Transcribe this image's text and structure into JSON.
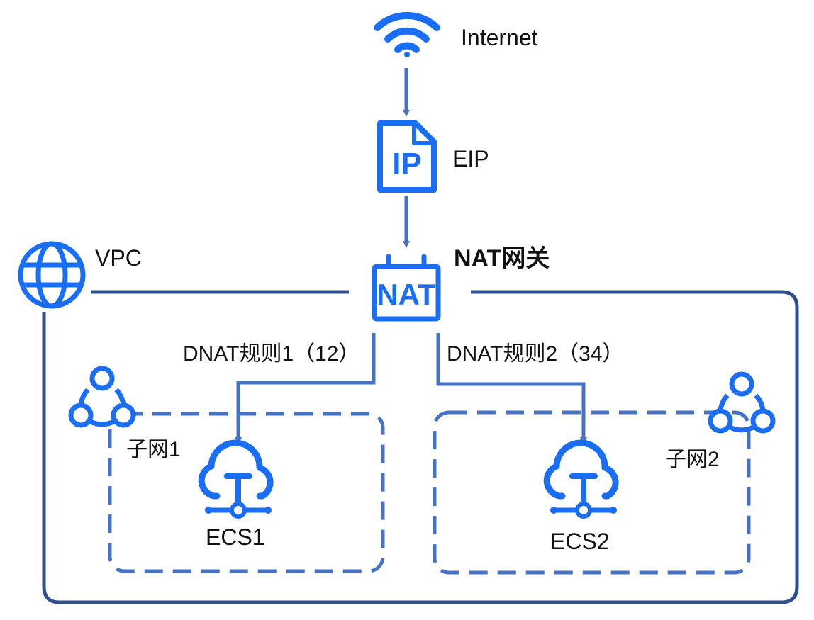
{
  "colors": {
    "accent": "#1a6ef5",
    "frame": "#2f4f8f",
    "arrow": "#4472c4",
    "subnet": "#4472c4",
    "text": "#111111"
  },
  "labels": {
    "internet": "Internet",
    "eip": "EIP",
    "nat": "NAT网关",
    "vpc": "VPC",
    "rule1": "DNAT规则1（12）",
    "rule2": "DNAT规则2（34）",
    "subnet1": "子网1",
    "subnet2": "子网2",
    "ecs1": "ECS1",
    "ecs2": "ECS2"
  },
  "icons": {
    "internet": "wifi-icon",
    "eip": "ip-document-icon",
    "nat": "nat-gateway-icon",
    "vpc": "globe-icon",
    "subnet": "network-topology-icon",
    "ecs": "cloud-server-icon"
  },
  "icon_text": {
    "eip": "IP",
    "nat": "NAT"
  }
}
